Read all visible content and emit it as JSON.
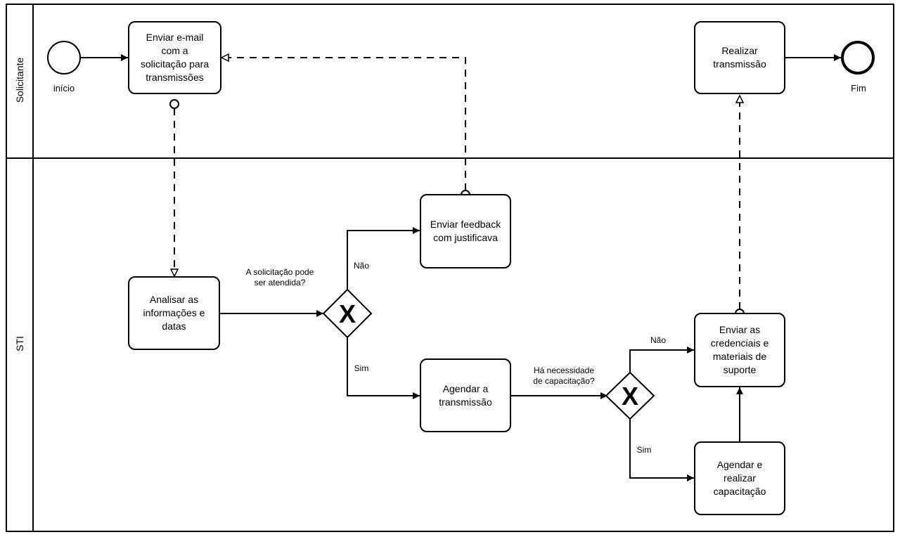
{
  "lanes": {
    "solicitante": "Solicitante",
    "sti": "STI"
  },
  "events": {
    "start": "início",
    "end": "Fim"
  },
  "tasks": {
    "enviar_email": "Enviar e-mail\ncom a\nsolicitação para\ntransmissões",
    "realizar_transmissao": "Realizar\ntransmissão",
    "enviar_feedback": "Enviar feedback\ncom justificava",
    "analisar": "Analisar as\ninformações e\ndatas",
    "agendar_transmissao": "Agendar a\ntransmissão",
    "enviar_credenciais": "Enviar as\ncredenciais e\nmateriais de\nsuporte",
    "agendar_capacitacao": "Agendar e\nrealizar\ncapacitação"
  },
  "gateways": {
    "g1_question": "A solicitação pode\nser atendida?",
    "g1_no": "Não",
    "g1_yes": "Sim",
    "g2_question": "Há necessidade\nde capacitação?",
    "g2_no": "Não",
    "g2_yes": "Sim",
    "marker": "X"
  }
}
